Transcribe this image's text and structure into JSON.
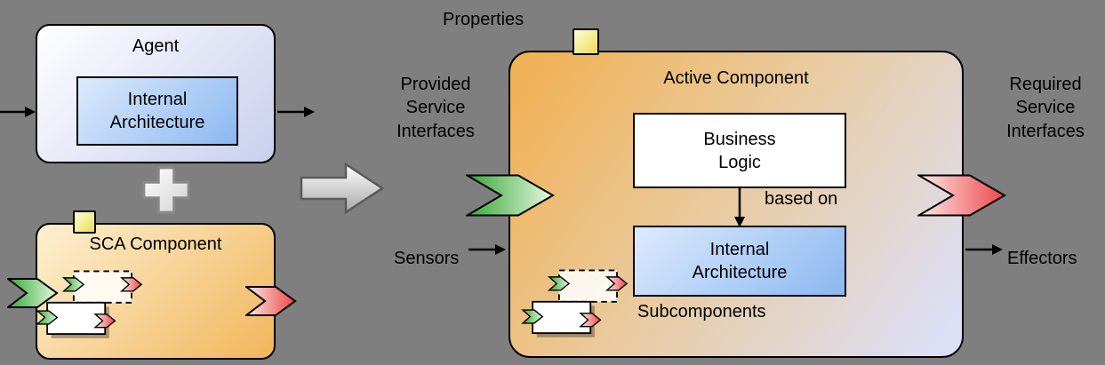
{
  "agent": {
    "title": "Agent",
    "internal_architecture": "Internal Architecture"
  },
  "sca": {
    "title": "SCA Component"
  },
  "active": {
    "title": "Active Component",
    "business_logic": "Business Logic",
    "based_on": "based on",
    "internal_architecture": "Internal Architecture",
    "subcomponents": "Subcomponents"
  },
  "labels": {
    "properties": "Properties",
    "provided": "Provided Service Interfaces",
    "sensors": "Sensors",
    "required": "Required Service Interfaces",
    "effectors": "Effectors"
  },
  "colors": {
    "canvas-bg": "#7f7f7f",
    "text-color": "#000000",
    "box-border": "#000000",
    "box-white": "#ffffff",
    "agent-grad-start": "#ffffff",
    "agent-grad-end": "#c9cfee",
    "blue-grad-start": "#ddeafd",
    "blue-grad-end": "#8bb8f0",
    "sca-grad-start": "#fdf0d1",
    "sca-grad-end": "#f1b65c",
    "active-grad-start": "#f0b257",
    "active-grad-mid": "#eaca9c",
    "active-grad-end": "#dcdff6",
    "yellow-grad-start": "#ffffd8",
    "yellow-grad-end": "#eadc55",
    "green-grad-start": "#35a835",
    "green-grad-end": "#e6f8e2",
    "pink-grad-start": "#fdeaea",
    "pink-grad-end": "#ee4646",
    "gray-grad-start": "#ffffff",
    "gray-grad-end": "#a8a8a8",
    "plus-grad-start": "#ffffff",
    "plus-grad-end": "#d2d2d2"
  }
}
